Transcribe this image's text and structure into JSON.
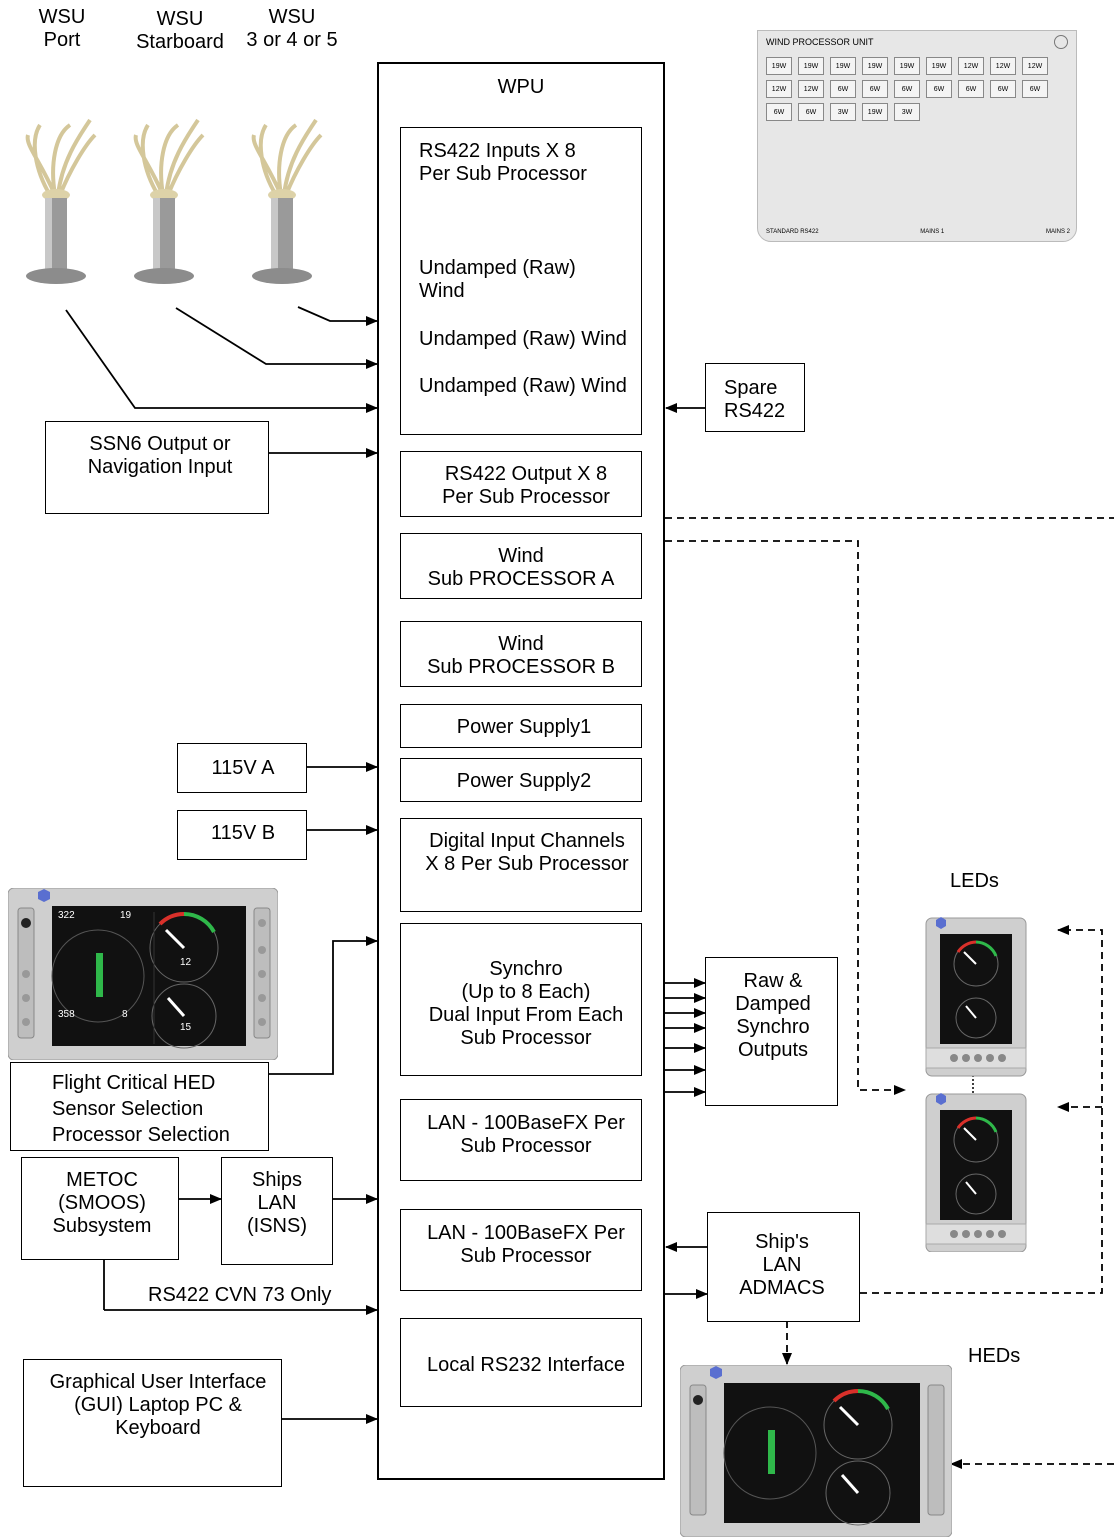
{
  "sensors": [
    {
      "label": "WSU\nPort"
    },
    {
      "label": "WSU\nStarboard"
    },
    {
      "label": "WSU\n3 or 4 or 5"
    }
  ],
  "wpu": {
    "title": "WPU",
    "inputs": {
      "header": "RS422 Inputs X 8\nPer Sub Processor",
      "line1": "Undamped  (Raw)\nWind",
      "line2": "Undamped (Raw) Wind",
      "line3": "Undamped (Raw) Wind"
    },
    "output": "RS422 Output X 8\nPer Sub Processor",
    "proc_a": "Wind\n Sub PROCESSOR A",
    "proc_b": "Wind\n Sub PROCESSOR B",
    "ps1": "Power Supply1",
    "ps2": "Power Supply2",
    "digital": "Digital Input Channels\nX 8 Per Sub Processor",
    "synchro": "Synchro\n(Up to 8 Each)\nDual Input From Each\nSub Processor",
    "lan1": "LAN - 100BaseFX Per\nSub Processor",
    "lan2": "LAN - 100BaseFX Per\nSub Processor",
    "rs232": "Local RS232 Interface"
  },
  "left_boxes": {
    "ssn6": "SSN6 Output or\nNavigation Input",
    "v115a": "115V A",
    "v115b": "115V B",
    "hed_caption": "Flight Critical HED\nSensor Selection\nProcessor Selection",
    "metoc": "METOC\n(SMOOS)\nSubsystem",
    "ships_lan": "Ships\nLAN\n(ISNS)",
    "rs422_note": "RS422 CVN 73 Only",
    "gui": "Graphical User Interface\n(GUI) Laptop PC &\nKeyboard"
  },
  "right_boxes": {
    "spare": "Spare\nRS422",
    "synchro_out": "Raw &\nDamped\nSynchro\nOutputs",
    "ships_lan": "Ship's\nLAN\nADMACS",
    "leds_label": "LEDs",
    "heds_label": "HEDs"
  },
  "panel": {
    "title": "WIND PROCESSOR UNIT",
    "connectors": [
      "19W",
      "19W",
      "19W",
      "19W",
      "19W",
      "19W",
      "12W",
      "12W",
      "12W",
      "12W",
      "12W",
      "6W",
      "6W",
      "6W",
      "6W",
      "6W",
      "6W",
      "6W",
      "6W",
      "6W",
      "3W",
      "19W",
      "3W"
    ],
    "footer": [
      "STANDARD RS422",
      "MAINS 1",
      "MAINS 2"
    ]
  },
  "display": {
    "readout_left": "322",
    "readout_right": "19",
    "bottom_left": "358",
    "bottom_right": "8",
    "gauge_top": "12",
    "gauge_bottom": "15"
  },
  "colors": {
    "line": "#000000",
    "panel": "#e7e7e7",
    "screen": "#111111",
    "accent_green": "#2fb84a",
    "accent_red": "#d9302a",
    "accent_yellow": "#e8c23a"
  }
}
